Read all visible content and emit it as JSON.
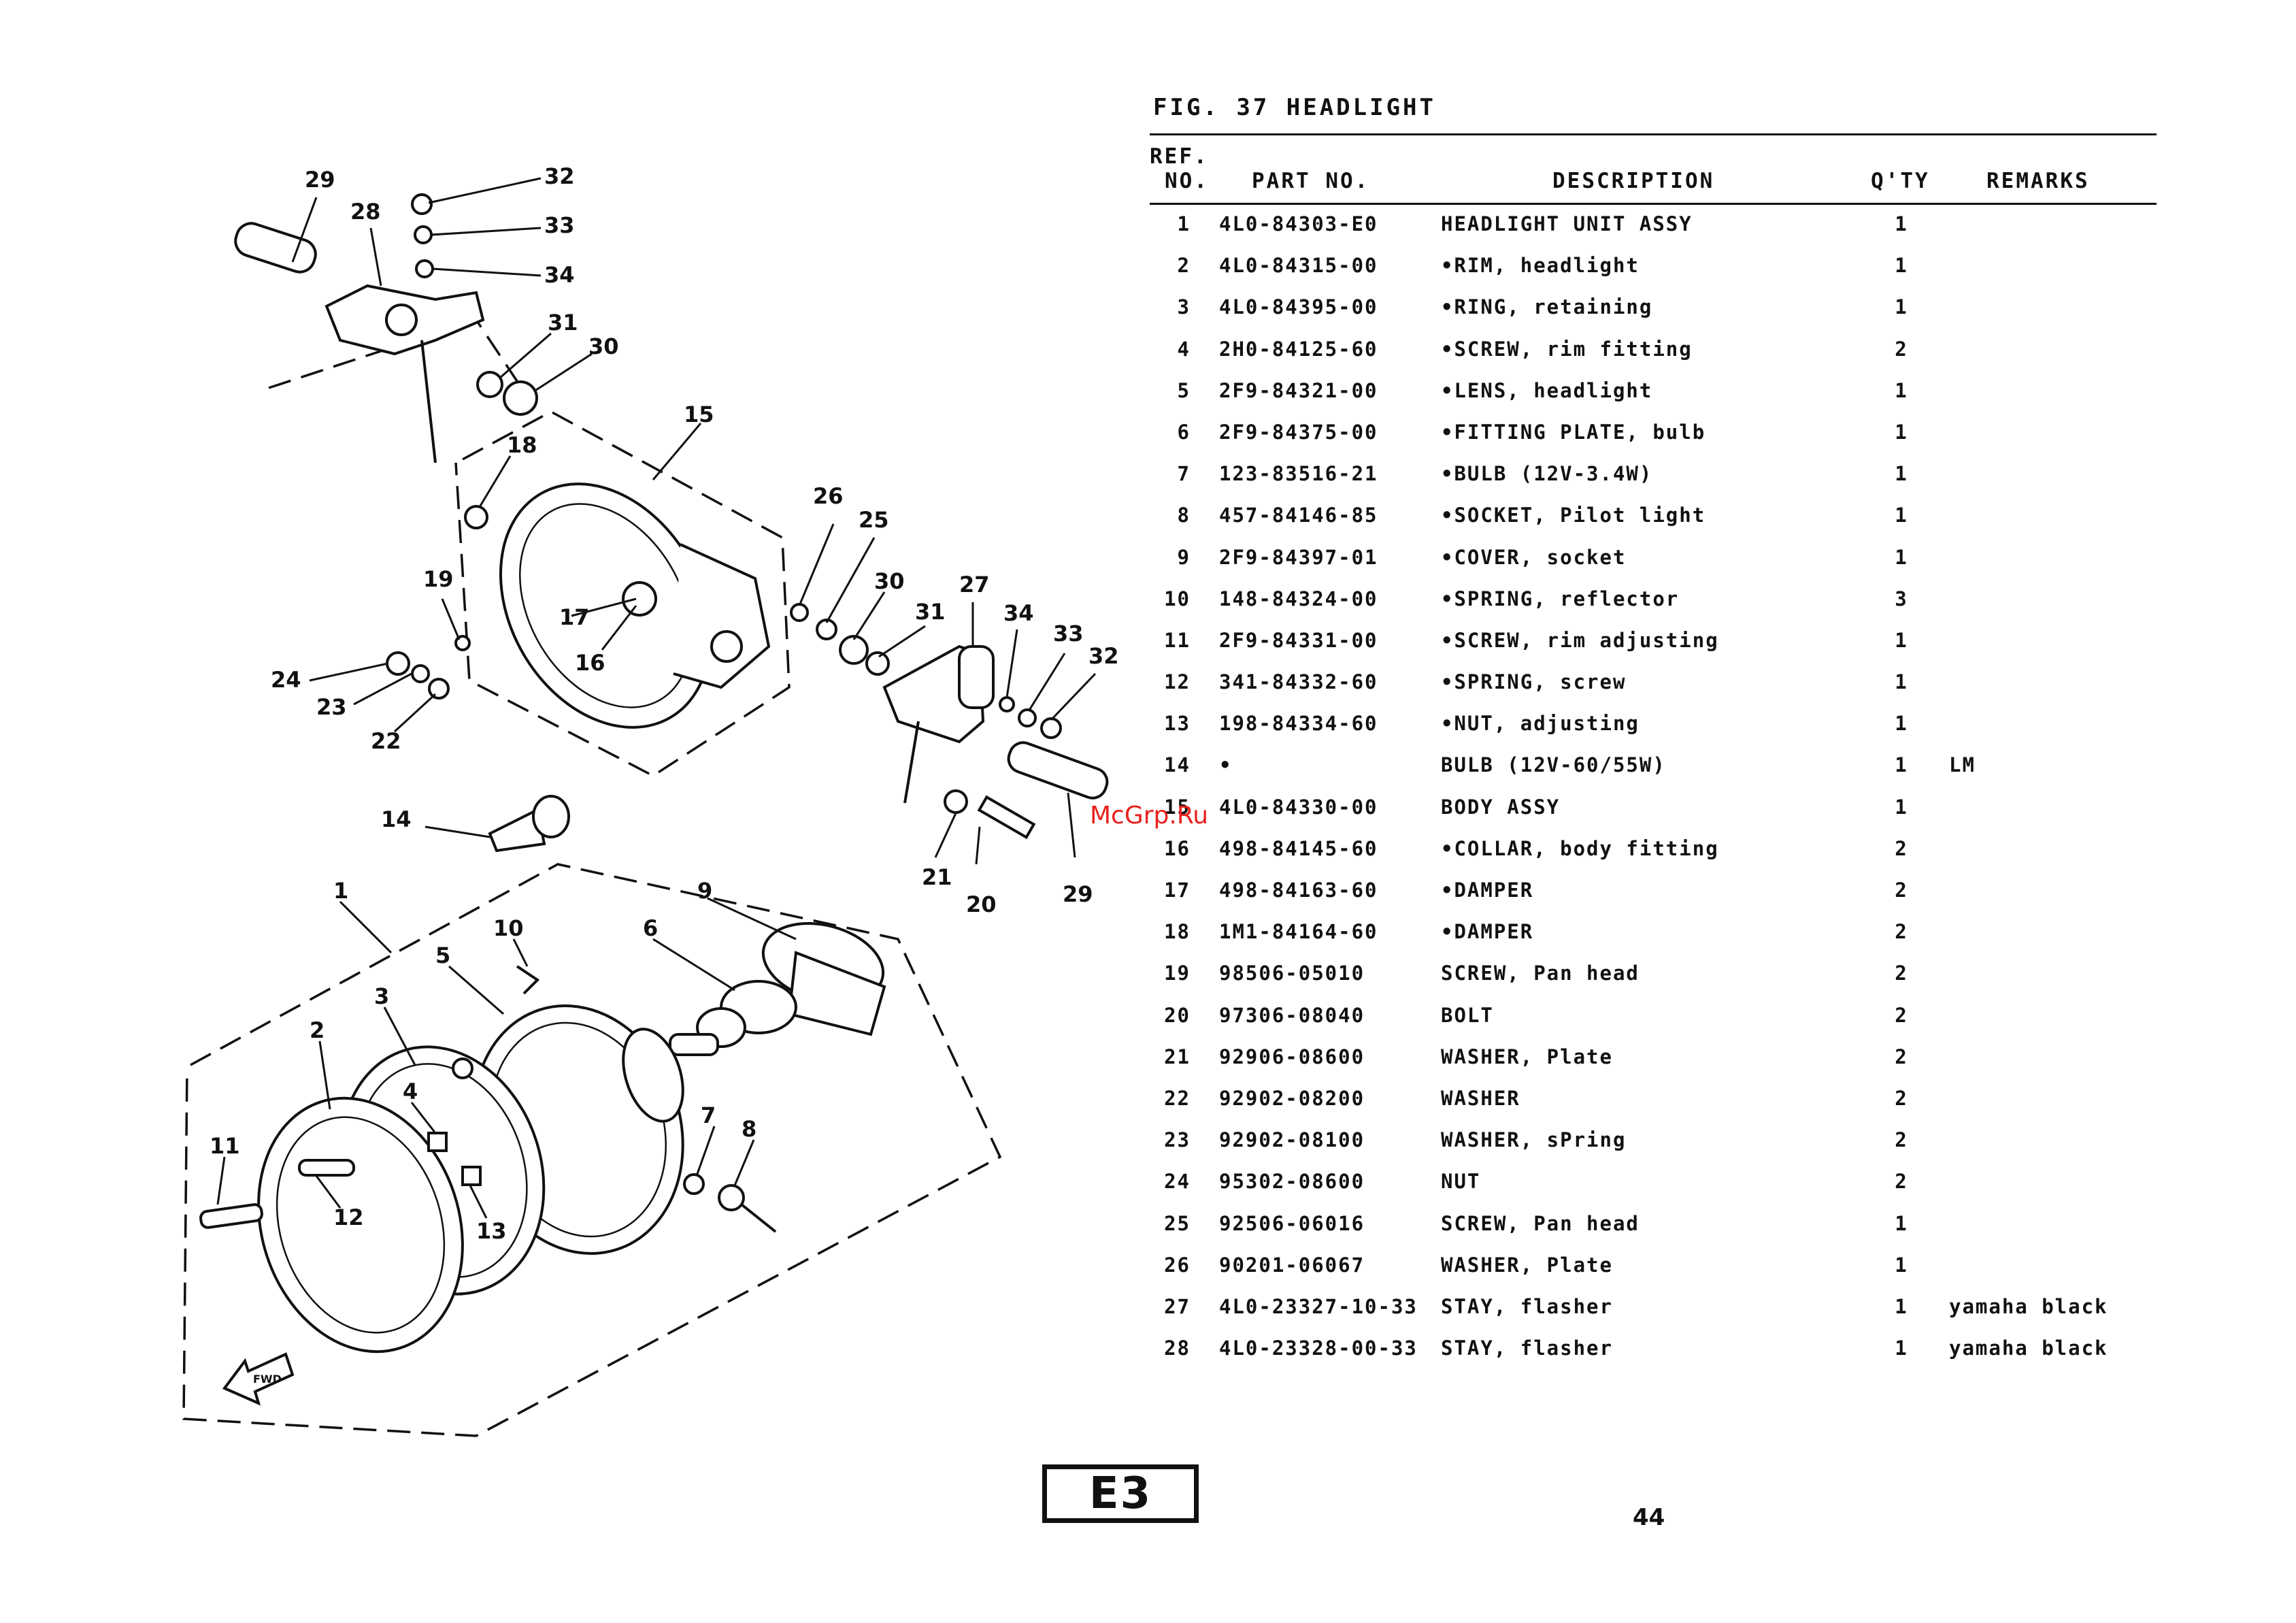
{
  "figure": {
    "title": "FIG. 37  HEADLIGHT"
  },
  "table": {
    "headers": {
      "ref_line1": "REF.",
      "ref_line2": "NO.",
      "part_no": "PART NO.",
      "description": "DESCRIPTION",
      "qty": "Q'TY",
      "remarks": "REMARKS"
    },
    "rows": [
      {
        "ref": "1",
        "part": "4L0-84303-E0",
        "desc": "HEADLIGHT UNIT ASSY",
        "qty": "1",
        "remarks": ""
      },
      {
        "ref": "2",
        "part": "4L0-84315-00",
        "desc": "•RIM, headlight",
        "qty": "1",
        "remarks": ""
      },
      {
        "ref": "3",
        "part": "4L0-84395-00",
        "desc": "•RING, retaining",
        "qty": "1",
        "remarks": ""
      },
      {
        "ref": "4",
        "part": "2H0-84125-60",
        "desc": "•SCREW, rim fitting",
        "qty": "2",
        "remarks": ""
      },
      {
        "ref": "5",
        "part": "2F9-84321-00",
        "desc": "•LENS, headlight",
        "qty": "1",
        "remarks": ""
      },
      {
        "ref": "6",
        "part": "2F9-84375-00",
        "desc": "•FITTING PLATE, bulb",
        "qty": "1",
        "remarks": ""
      },
      {
        "ref": "7",
        "part": "123-83516-21",
        "desc": "•BULB (12V-3.4W)",
        "qty": "1",
        "remarks": ""
      },
      {
        "ref": "8",
        "part": "457-84146-85",
        "desc": "•SOCKET, Pilot light",
        "qty": "1",
        "remarks": ""
      },
      {
        "ref": "9",
        "part": "2F9-84397-01",
        "desc": "•COVER, socket",
        "qty": "1",
        "remarks": ""
      },
      {
        "ref": "10",
        "part": "148-84324-00",
        "desc": "•SPRING, reflector",
        "qty": "3",
        "remarks": ""
      },
      {
        "ref": "11",
        "part": "2F9-84331-00",
        "desc": "•SCREW, rim adjusting",
        "qty": "1",
        "remarks": ""
      },
      {
        "ref": "12",
        "part": "341-84332-60",
        "desc": "•SPRING, screw",
        "qty": "1",
        "remarks": ""
      },
      {
        "ref": "13",
        "part": "198-84334-60",
        "desc": "•NUT, adjusting",
        "qty": "1",
        "remarks": ""
      },
      {
        "ref": "14",
        "part": "   •",
        "desc": "BULB (12V-60/55W)",
        "qty": "1",
        "remarks": "LM"
      },
      {
        "ref": "15",
        "part": "4L0-84330-00",
        "desc": "BODY ASSY",
        "qty": "1",
        "remarks": ""
      },
      {
        "ref": "16",
        "part": "498-84145-60",
        "desc": "•COLLAR, body fitting",
        "qty": "2",
        "remarks": ""
      },
      {
        "ref": "17",
        "part": "498-84163-60",
        "desc": "•DAMPER",
        "qty": "2",
        "remarks": ""
      },
      {
        "ref": "18",
        "part": "1M1-84164-60",
        "desc": "•DAMPER",
        "qty": "2",
        "remarks": ""
      },
      {
        "ref": "19",
        "part": "98506-05010",
        "desc": "SCREW, Pan head",
        "qty": "2",
        "remarks": ""
      },
      {
        "ref": "20",
        "part": "97306-08040",
        "desc": "BOLT",
        "qty": "2",
        "remarks": ""
      },
      {
        "ref": "21",
        "part": "92906-08600",
        "desc": "WASHER, Plate",
        "qty": "2",
        "remarks": ""
      },
      {
        "ref": "22",
        "part": "92902-08200",
        "desc": "WASHER",
        "qty": "2",
        "remarks": ""
      },
      {
        "ref": "23",
        "part": "92902-08100",
        "desc": "WASHER, sPring",
        "qty": "2",
        "remarks": ""
      },
      {
        "ref": "24",
        "part": "95302-08600",
        "desc": "NUT",
        "qty": "2",
        "remarks": ""
      },
      {
        "ref": "25",
        "part": "92506-06016",
        "desc": "SCREW, Pan head",
        "qty": "1",
        "remarks": ""
      },
      {
        "ref": "26",
        "part": "90201-06067",
        "desc": "WASHER, Plate",
        "qty": "1",
        "remarks": ""
      },
      {
        "ref": "27",
        "part": "4L0-23327-10-33",
        "desc": "STAY, flasher",
        "qty": "1",
        "remarks": "yamaha black"
      },
      {
        "ref": "28",
        "part": "4L0-23328-00-33",
        "desc": "STAY, flasher",
        "qty": "1",
        "remarks": "yamaha black"
      }
    ]
  },
  "diagram": {
    "callouts": {
      "c1": "1",
      "c2": "2",
      "c3": "3",
      "c4": "4",
      "c5": "5",
      "c6": "6",
      "c7": "7",
      "c8": "8",
      "c9": "9",
      "c10": "10",
      "c11": "11",
      "c12": "12",
      "c13": "13",
      "c14": "14",
      "c15": "15",
      "c16": "16",
      "c17": "17",
      "c18": "18",
      "c19": "19",
      "c20": "20",
      "c21": "21",
      "c22": "22",
      "c23": "23",
      "c24": "24",
      "c25": "25",
      "c26": "26",
      "c27": "27",
      "c28": "28",
      "c29a": "29",
      "c29b": "29",
      "c30a": "30",
      "c30b": "30",
      "c31a": "31",
      "c31b": "31",
      "c32a": "32",
      "c32b": "32",
      "c33a": "33",
      "c33b": "33",
      "c34a": "34",
      "c34b": "34"
    },
    "fwd_marker": "FWD",
    "icon": "fwd-arrow-icon"
  },
  "watermark": "McGrp.Ru",
  "section_badge": "E3",
  "page_number": "44"
}
